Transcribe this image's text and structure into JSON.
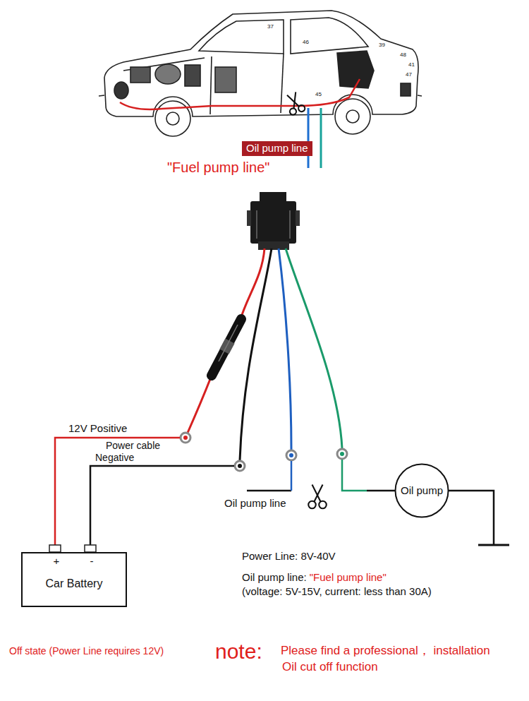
{
  "diagram": {
    "nodes": [
      {
        "text": [
          "+",
          "-",
          "Car Battery"
        ]
      },
      {
        "text": [
          "Oil pump"
        ]
      }
    ],
    "labels": [
      "Oil pump line",
      "\"Fuel pump line\"",
      "12V Positive",
      "Power cable",
      "Negative",
      "Oil pump line",
      "Power Line: 8V-40V",
      "Oil pump line:",
      "\"Fuel pump line\"",
      "(voltage: 5V-15V, current: less than 30A)",
      "Off state (Power Line requires 12V)",
      "note:",
      "Please find a professional， installation",
      "Oil cut off function",
      "37",
      "46",
      "45",
      "39",
      "48",
      "41",
      "47"
    ]
  }
}
